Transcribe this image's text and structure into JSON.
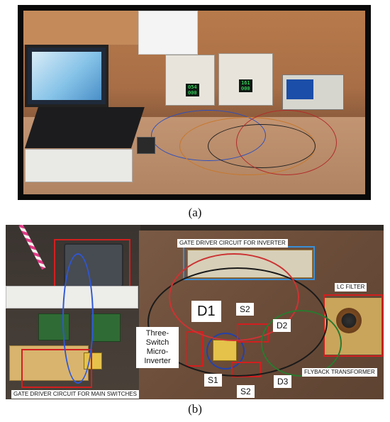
{
  "captions": {
    "a": "(a)",
    "b": "(b)"
  },
  "photo_a": {
    "psu_left_readout": [
      "054",
      "000"
    ],
    "psu_right_readout": [
      "161",
      "000"
    ]
  },
  "photo_b": {
    "labels": {
      "gate_driver_inverter": "GATE DRIVER CIRCUIT FOR INVERTER",
      "lc_filter": "LC FILTER",
      "d1": "D1",
      "s2_top": "S2",
      "d2": "D2",
      "three_switch": "Three-Switch Micro-Inverter",
      "flyback": "FLYBACK TRANSFORMER",
      "s1": "S1",
      "s2_bottom": "S2",
      "d3": "D3",
      "gate_driver_main": "GATE DRIVER CIRCUIT FOR MAIN SWITCHES"
    }
  },
  "colors": {
    "highlight_red": "#d21f1f",
    "highlight_blue": "#3a8fd8"
  }
}
